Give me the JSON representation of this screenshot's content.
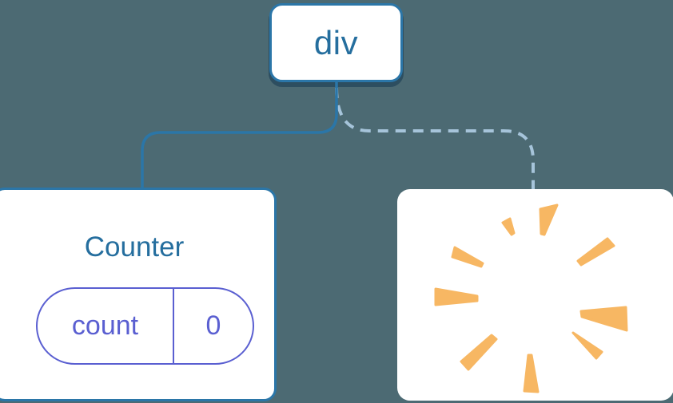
{
  "colors": {
    "bg": "#4C6A73",
    "card": "#FFFFFF",
    "blue": "#2B76A8",
    "blueText": "#256E9E",
    "dash": "#A6C4DA",
    "purple": "#5A5FD1",
    "orange": "#F7B763",
    "shadow": "rgba(14,50,78,0.5)"
  },
  "diagram": {
    "root": {
      "label": "div"
    },
    "counter": {
      "title": "Counter",
      "state": {
        "key": "count",
        "value": "0"
      }
    },
    "removed": {
      "icon": "poof-burst-icon"
    }
  }
}
